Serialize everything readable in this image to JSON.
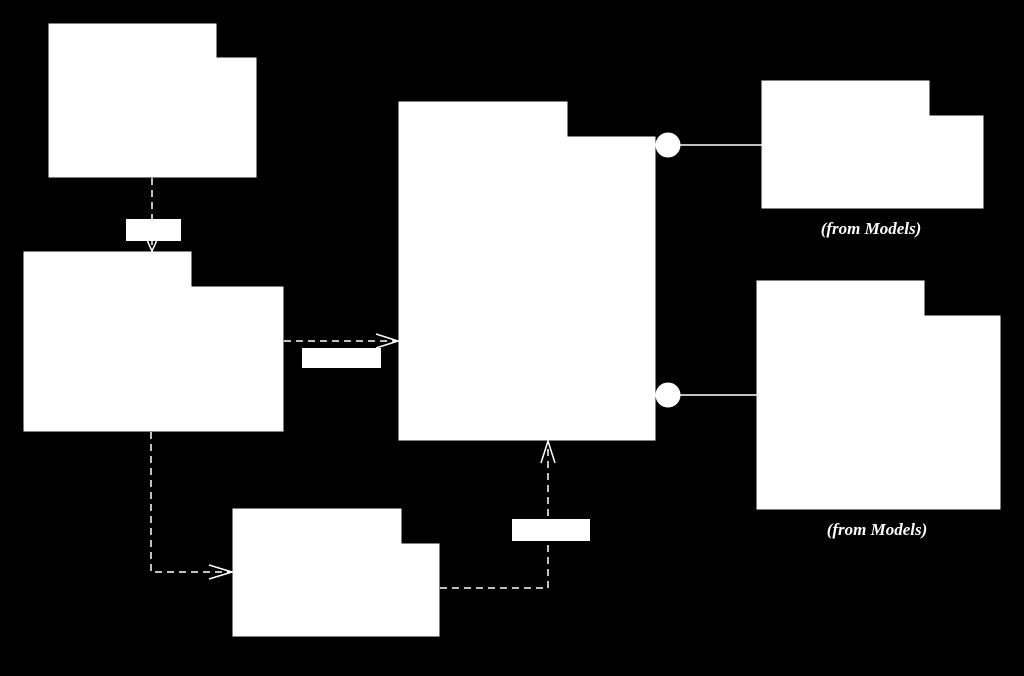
{
  "diagram": {
    "background": "#000000",
    "foreground": "#ffffff",
    "packages": [
      {
        "id": "pkg-top-left",
        "label": ""
      },
      {
        "id": "pkg-mid-left",
        "label": ""
      },
      {
        "id": "pkg-center",
        "label": ""
      },
      {
        "id": "pkg-bottom",
        "label": ""
      },
      {
        "id": "pkg-right-top",
        "label": "",
        "origin": "(from Models)"
      },
      {
        "id": "pkg-right-bottom",
        "label": "",
        "origin": "(from Models)"
      }
    ],
    "dependencies": [
      {
        "from": "pkg-top-left",
        "to": "pkg-mid-left",
        "stereotype": ""
      },
      {
        "from": "pkg-mid-left",
        "to": "pkg-center",
        "stereotype": ""
      },
      {
        "from": "pkg-mid-left",
        "to": "pkg-bottom",
        "stereotype": ""
      },
      {
        "from": "pkg-bottom",
        "to": "pkg-center",
        "stereotype": ""
      }
    ],
    "interfaces": [
      {
        "provider": "pkg-center",
        "consumer": "pkg-right-top"
      },
      {
        "provider": "pkg-center",
        "consumer": "pkg-right-bottom"
      }
    ]
  }
}
